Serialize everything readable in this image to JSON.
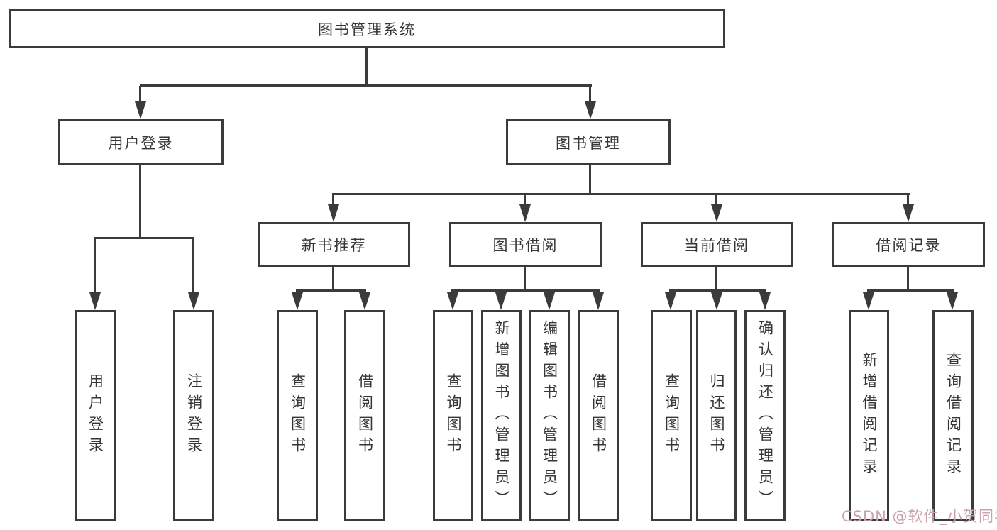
{
  "diagram": {
    "root": {
      "label": "图书管理系统"
    },
    "level2": [
      {
        "label": "用户登录"
      },
      {
        "label": "图书管理"
      }
    ],
    "level3": [
      {
        "label": "新书推荐"
      },
      {
        "label": "图书借阅"
      },
      {
        "label": "当前借阅"
      },
      {
        "label": "借阅记录"
      }
    ],
    "leaves": {
      "user_login": [
        "用户登录",
        "注销登录"
      ],
      "new_book": [
        "查询图书",
        "借阅图书"
      ],
      "book_borrow": [
        "查询图书",
        "新增图书（管理员）",
        "编辑图书（管理员）",
        "借阅图书"
      ],
      "current_borrow": [
        "查询图书",
        "归还图书",
        "确认归还（管理员）"
      ],
      "borrow_record": [
        "新增借阅记录",
        "查询借阅记录"
      ]
    }
  },
  "colors": {
    "line": "#3b3b3b",
    "box_border": "#3b3b3b",
    "text": "#363636",
    "watermark": "#cba3ab"
  },
  "watermark": {
    "text": "CSDN @软件_小贺同学"
  }
}
